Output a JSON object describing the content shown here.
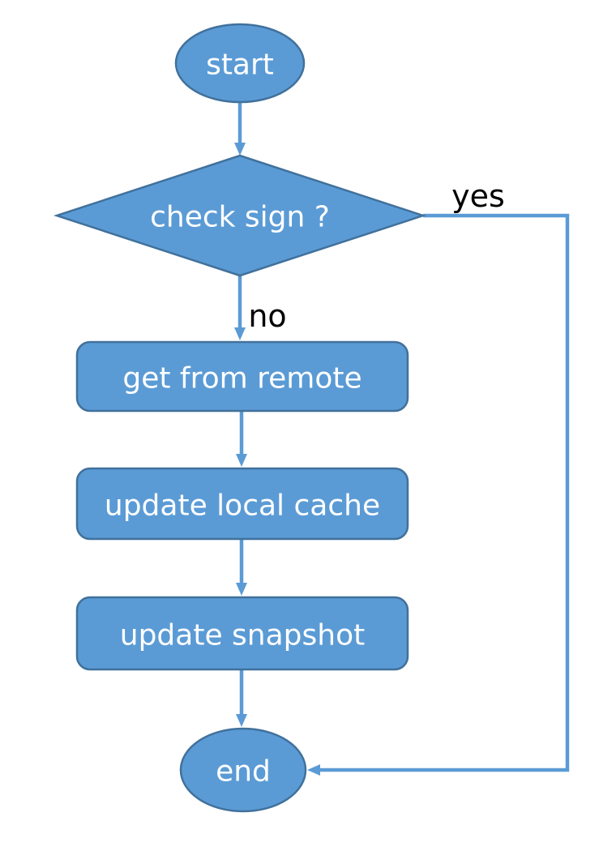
{
  "diagram": {
    "type": "flowchart",
    "colors": {
      "node_fill": "#5B9BD5",
      "node_border": "#41719C",
      "connector": "#5B9BD5",
      "node_text": "#FFFFFF",
      "branch_text": "#000000",
      "background": "#FFFFFF"
    },
    "nodes": {
      "start": {
        "type": "ellipse",
        "label": "start"
      },
      "decision": {
        "type": "diamond",
        "label": "check sign ?"
      },
      "step1": {
        "type": "rounded-rect",
        "label": "get from remote"
      },
      "step2": {
        "type": "rounded-rect",
        "label": "update local cache"
      },
      "step3": {
        "type": "rounded-rect",
        "label": "update snapshot"
      },
      "end": {
        "type": "ellipse",
        "label": "end"
      }
    },
    "branches": {
      "yes": "yes",
      "no": "no"
    },
    "edges": [
      {
        "from": "start",
        "to": "decision"
      },
      {
        "from": "decision",
        "to": "step1",
        "label": "no"
      },
      {
        "from": "decision",
        "to": "end",
        "label": "yes"
      },
      {
        "from": "step1",
        "to": "step2"
      },
      {
        "from": "step2",
        "to": "step3"
      },
      {
        "from": "step3",
        "to": "end"
      }
    ]
  }
}
